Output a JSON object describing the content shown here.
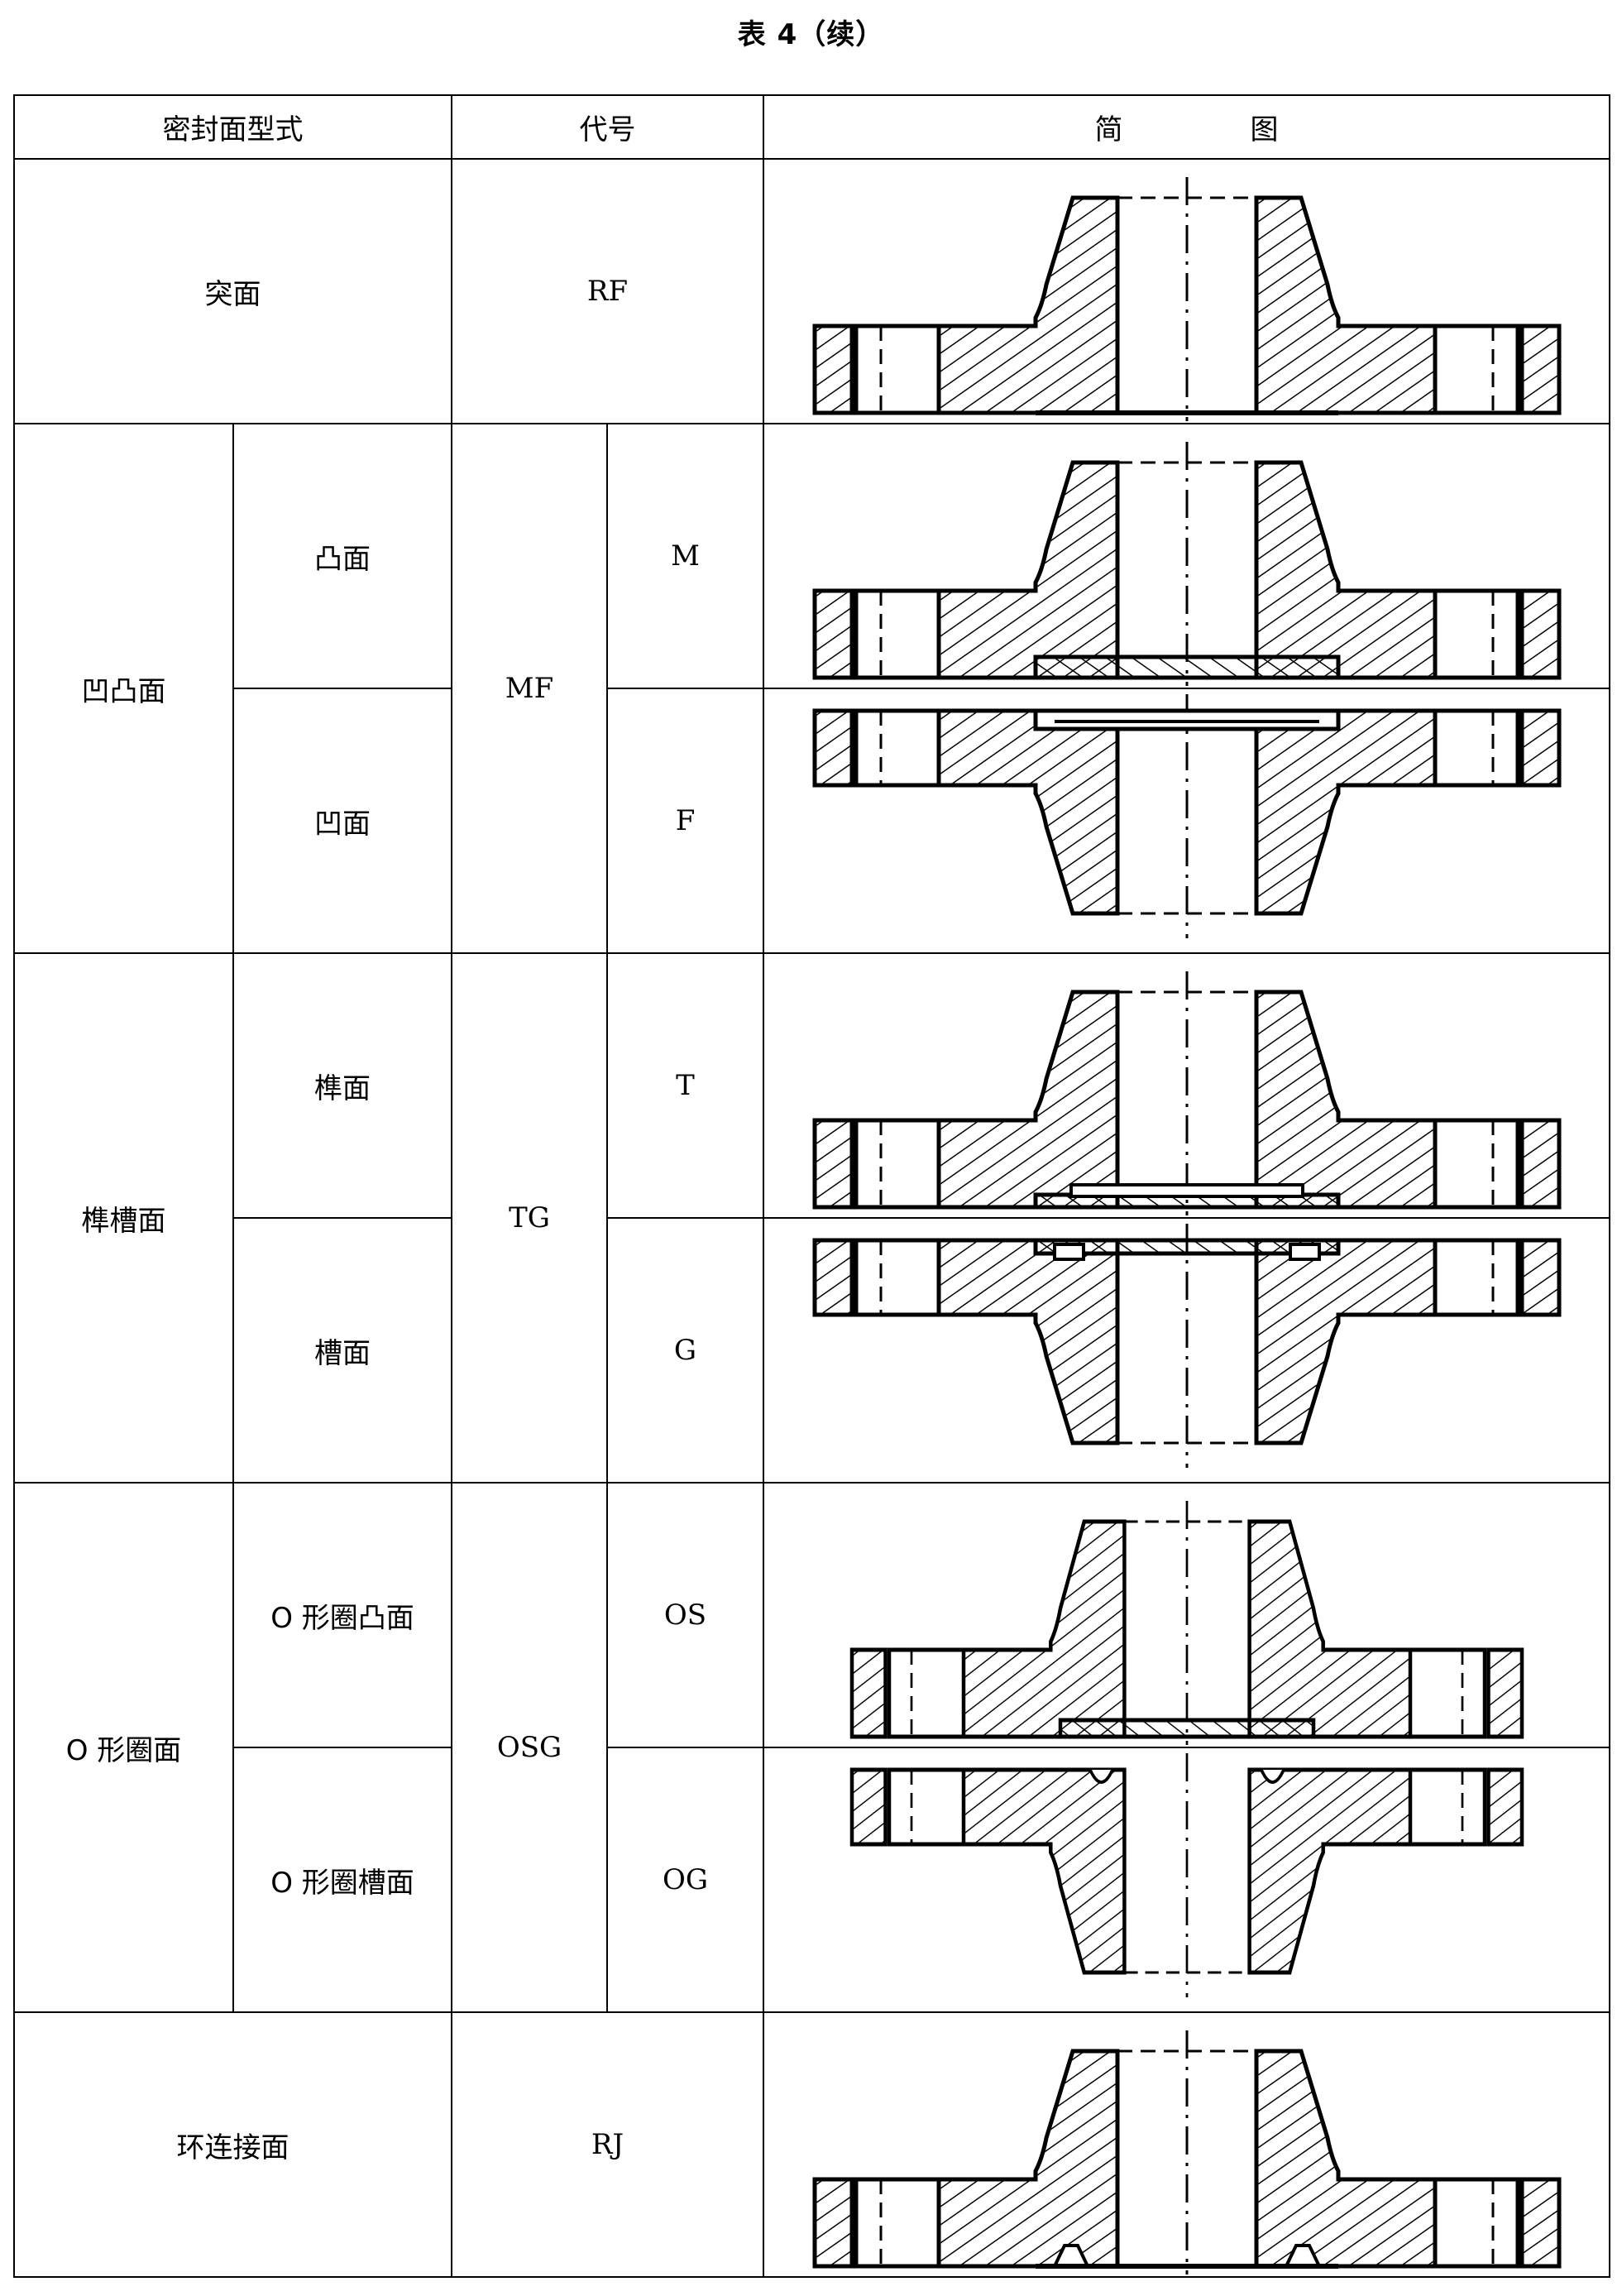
{
  "caption": "表 4（续）",
  "headers": {
    "type": "密封面型式",
    "code": "代号",
    "diagram": "简　图"
  },
  "rows": {
    "rf": {
      "type": "突面",
      "code": "RF"
    },
    "mf": {
      "type": "凹凸面",
      "code": "MF",
      "sub1": {
        "type": "凸面",
        "code": "M"
      },
      "sub2": {
        "type": "凹面",
        "code": "F"
      }
    },
    "tg": {
      "type": "榫槽面",
      "code": "TG",
      "sub1": {
        "type": "榫面",
        "code": "T"
      },
      "sub2": {
        "type": "槽面",
        "code": "G"
      }
    },
    "osg": {
      "type": "O 形圈面",
      "code": "OSG",
      "sub1": {
        "type": "O 形圈凸面",
        "code": "OS"
      },
      "sub2": {
        "type": "O 形圈槽面",
        "code": "OG"
      }
    },
    "rj": {
      "type": "环连接面",
      "code": "RJ"
    }
  }
}
